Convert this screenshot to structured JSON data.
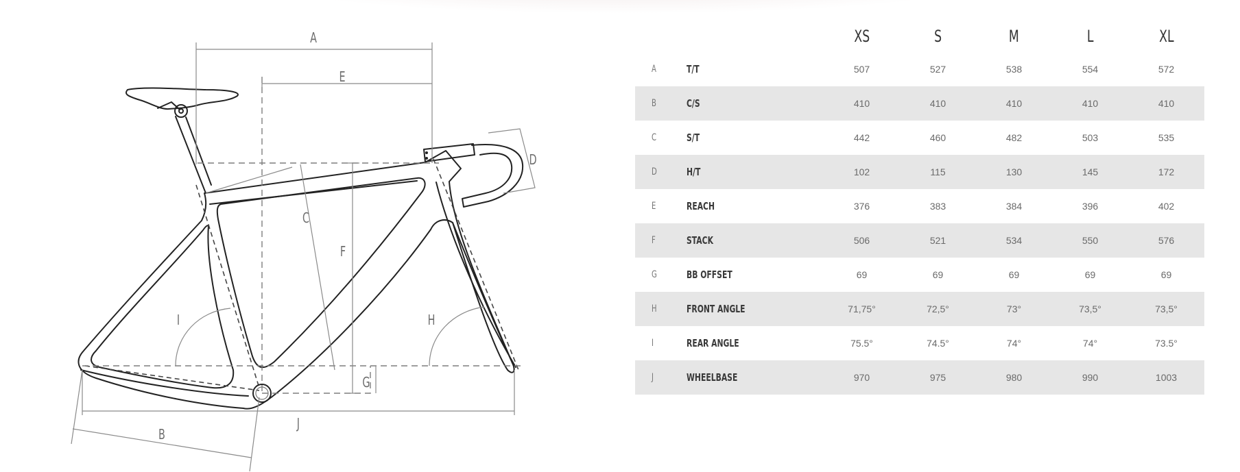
{
  "diagram": {
    "labels": [
      "A",
      "B",
      "C",
      "D",
      "E",
      "F",
      "G",
      "H",
      "I",
      "J"
    ]
  },
  "table": {
    "sizes": [
      "XS",
      "S",
      "M",
      "L",
      "XL"
    ],
    "rows": [
      {
        "code": "A",
        "name": "T/T",
        "values": [
          "507",
          "527",
          "538",
          "554",
          "572"
        ]
      },
      {
        "code": "B",
        "name": "C/S",
        "values": [
          "410",
          "410",
          "410",
          "410",
          "410"
        ]
      },
      {
        "code": "C",
        "name": "S/T",
        "values": [
          "442",
          "460",
          "482",
          "503",
          "535"
        ]
      },
      {
        "code": "D",
        "name": "H/T",
        "values": [
          "102",
          "115",
          "130",
          "145",
          "172"
        ]
      },
      {
        "code": "E",
        "name": "REACH",
        "values": [
          "376",
          "383",
          "384",
          "396",
          "402"
        ]
      },
      {
        "code": "F",
        "name": "STACK",
        "values": [
          "506",
          "521",
          "534",
          "550",
          "576"
        ]
      },
      {
        "code": "G",
        "name": "BB OFFSET",
        "values": [
          "69",
          "69",
          "69",
          "69",
          "69"
        ]
      },
      {
        "code": "H",
        "name": "FRONT ANGLE",
        "values": [
          "71,75°",
          "72,5°",
          "73°",
          "73,5°",
          "73,5°"
        ]
      },
      {
        "code": "I",
        "name": "REAR ANGLE",
        "values": [
          "75.5°",
          "74.5°",
          "74°",
          "74°",
          "73.5°"
        ]
      },
      {
        "code": "J",
        "name": "WHEELBASE",
        "values": [
          "970",
          "975",
          "980",
          "990",
          "1003"
        ]
      }
    ]
  }
}
